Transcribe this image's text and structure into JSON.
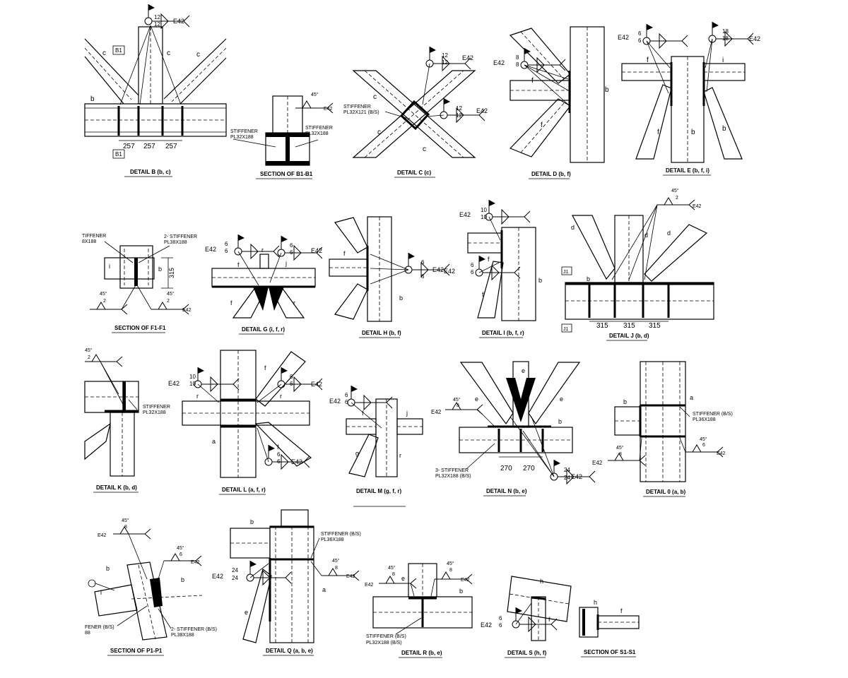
{
  "weld": {
    "grade": "E42",
    "s12": "12",
    "s10": "10",
    "s8": "8",
    "s6": "6",
    "s24": "24",
    "s18": "18",
    "s2": "2",
    "angle45": "45°"
  },
  "members": {
    "a": "a",
    "b": "b",
    "c": "c",
    "d": "d",
    "e": "e",
    "f": "f",
    "g": "g",
    "h": "h",
    "i": "i",
    "j": "j",
    "r": "r"
  },
  "section_marks": {
    "b1": "B1",
    "j1": "J1"
  },
  "dims": {
    "d257": "257",
    "d315": "315",
    "d270": "270"
  },
  "notes": {
    "stiff_pl32x188": "STIFFENER PL32X188",
    "stiffener": "STIFFENER",
    "pl32x188": "PL32X188",
    "stiff_c_1": "STIFFENER",
    "stiff_c_2": "PL32X121 (B/S)",
    "stiff_f_left_1": "TIFFENER",
    "stiff_f_left_2": "8X188",
    "stiff_f_right_1": "2- STIFFENER",
    "stiff_f_right_2": "PL38X188",
    "stiff_k_1": "STIFFENER",
    "stiff_k_2": "PL32X188",
    "stiff_n_1": "3- STIFFENER",
    "stiff_n_2": "PL32X188 (B/S)",
    "stiff_o_1": "STIFFENER (B/S)",
    "stiff_o_2": "PL36X188",
    "stiff_p_left_1": "FENER (B/S)",
    "stiff_p_left_2": "88",
    "stiff_p_right_1": "2- STIFFENER (B/S)",
    "stiff_p_right_2": "PL38X188",
    "stiff_q_1": "STIFFENER (B/S)",
    "stiff_q_2": "PL36X188",
    "stiff_r_1": "STIFFENER (B/S)",
    "stiff_r_2": "PL32X188 (B/S)"
  },
  "titles": {
    "detail_b": "DETAIL B (b, c)",
    "section_b1": "SECTION OF B1-B1",
    "detail_c": "DETAIL C (c)",
    "detail_d": "DETAIL D (b, f)",
    "detail_e": "DETAIL E (b, f, i)",
    "section_f1": "SECTION OF F1-F1",
    "detail_g": "DETAIL G (i, f, r)",
    "detail_h": "DETAIL H (b, f)",
    "detail_i": "DETAIL I (b, f, r)",
    "detail_j": "DETAIL J (b, d)",
    "detail_k": "DETAIL K (b, d)",
    "detail_l": "DETAIL L (a, f, r)",
    "detail_m": "DETAIL M (g, f, r)",
    "detail_n": "DETAIL N (b, e)",
    "detail_o": "DETAIL 0 (a, b)",
    "section_p1": "SECTION OF P1-P1",
    "detail_q": "DETAIL Q (a, b, e)",
    "detail_r": "DETAIL R (b, e)",
    "detail_s": "DETAIL S (h, f)",
    "section_s1": "SECTION OF S1-S1"
  }
}
